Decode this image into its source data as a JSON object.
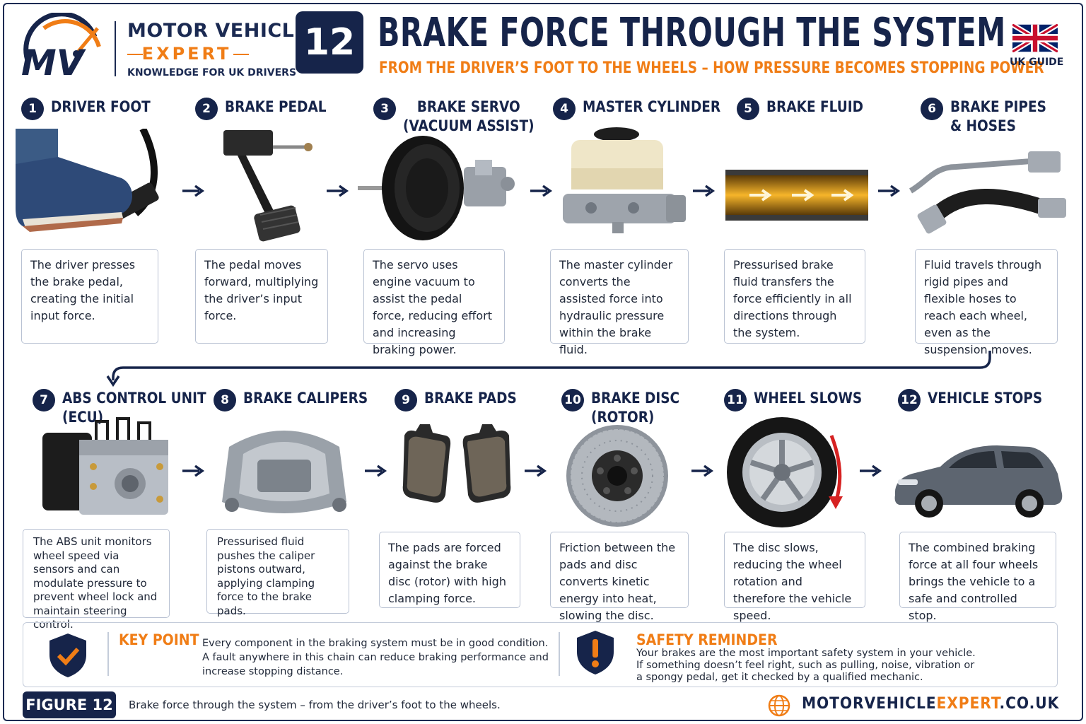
{
  "header": {
    "brand_name": "MOTOR VEHICLE",
    "brand_sub": "EXPERT",
    "brand_tagline": "KNOWLEDGE FOR UK DRIVERS",
    "logo_text": "MV",
    "figure_number": "12",
    "title": "BRAKE FORCE THROUGH THE SYSTEM",
    "subtitle": "FROM THE DRIVER’S FOOT TO THE WHEELS – HOW PRESSURE BECOMES STOPPING POWER",
    "region_label": "UK GUIDE"
  },
  "steps": [
    {
      "num": "1",
      "title": "DRIVER FOOT",
      "icon": "driver-foot-icon",
      "text": "The driver presses the brake pedal, creating the initial input force."
    },
    {
      "num": "2",
      "title": "BRAKE PEDAL",
      "icon": "brake-pedal-icon",
      "text": "The pedal moves forward, multiplying the driver’s input force."
    },
    {
      "num": "3",
      "title": "BRAKE SERVO\n(VACUUM ASSIST)",
      "icon": "brake-servo-icon",
      "text": "The servo uses engine vacuum to assist the pedal force, reducing effort and increasing braking power."
    },
    {
      "num": "4",
      "title": "MASTER CYLINDER",
      "icon": "master-cylinder-icon",
      "text": "The master cylinder converts the assisted force into hydraulic pressure within the brake fluid."
    },
    {
      "num": "5",
      "title": "BRAKE FLUID",
      "icon": "brake-fluid-icon",
      "text": "Pressurised brake fluid transfers the force efficiently in all directions through the system."
    },
    {
      "num": "6",
      "title": "BRAKE PIPES\n& HOSES",
      "icon": "brake-pipes-icon",
      "text": "Fluid travels through rigid pipes and flexible hoses to reach each wheel, even as the suspension moves."
    },
    {
      "num": "7",
      "title": "ABS CONTROL UNIT\n(ECU)",
      "icon": "abs-unit-icon",
      "text": "The ABS unit monitors wheel speed via sensors and can modulate pressure to prevent wheel lock and maintain steering control."
    },
    {
      "num": "8",
      "title": "BRAKE CALIPERS",
      "icon": "brake-caliper-icon",
      "text": "Pressurised fluid pushes the caliper pistons outward, applying clamping force to the brake pads."
    },
    {
      "num": "9",
      "title": "BRAKE PADS",
      "icon": "brake-pads-icon",
      "text": "The pads are forced against the brake disc (rotor) with high clamping force."
    },
    {
      "num": "10",
      "title": "BRAKE DISC\n(ROTOR)",
      "icon": "brake-disc-icon",
      "text": "Friction between the pads and disc converts kinetic energy into heat, slowing the disc."
    },
    {
      "num": "11",
      "title": "WHEEL SLOWS",
      "icon": "wheel-icon",
      "text": "The disc slows, reducing the wheel rotation and therefore the vehicle speed."
    },
    {
      "num": "12",
      "title": "VEHICLE STOPS",
      "icon": "car-icon",
      "text": "The combined braking force at all four wheels brings the vehicle to a safe and controlled stop."
    }
  ],
  "key_point": {
    "title": "KEY POINT",
    "text": "Every component in the braking system must be in good condition. A fault anywhere in this chain can reduce braking performance and increase stopping distance."
  },
  "safety": {
    "title": "SAFETY REMINDER",
    "text": "Your brakes are the most important safety system in your vehicle. If something doesn’t feel right, such as pulling, noise, vibration or a spongy pedal, get it checked by a qualified mechanic."
  },
  "footer": {
    "figure_label": "FIGURE 12",
    "caption": "Brake force through the system – from the driver’s foot to the wheels.",
    "site_part1": "MOTORVEHICLE",
    "site_part2": "EXPERT",
    "site_part3": ".CO.UK"
  },
  "colors": {
    "navy": "#16244a",
    "orange": "#f07d16",
    "border": "#b9c2d3"
  }
}
